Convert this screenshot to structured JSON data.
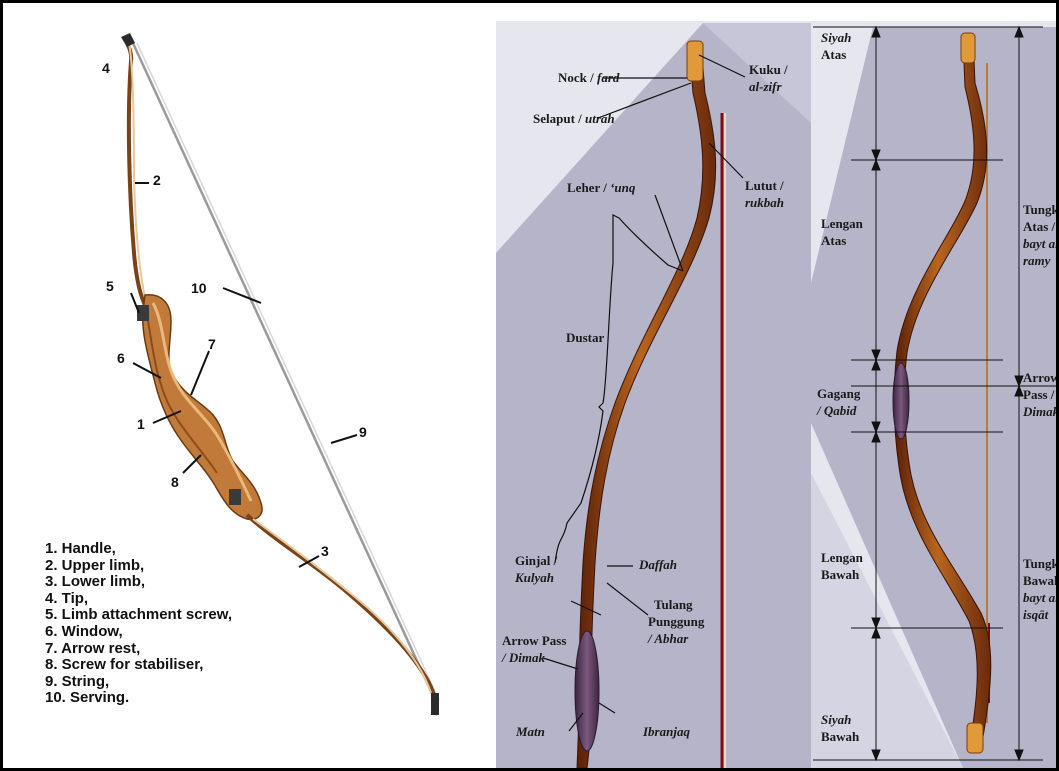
{
  "western_bow": {
    "callout_numbers": [
      "1",
      "2",
      "3",
      "4",
      "5",
      "6",
      "7",
      "8",
      "9",
      "10"
    ],
    "legend": [
      "1. Handle,",
      "2. Upper limb,",
      "3. Lower limb,",
      "4. Tip,",
      "5. Limb attachment screw,",
      "6. Window,",
      "7. Arrow rest,",
      "8. Screw for stabiliser,",
      "9. String,",
      "10. Serving."
    ]
  },
  "middle_bow": {
    "nock": {
      "a": "Nock / ",
      "b": "fard"
    },
    "selaput": {
      "a": "Selaput / ",
      "b": "utrah"
    },
    "kuku": {
      "a": "Kuku /",
      "b": "al-zifr"
    },
    "leher": {
      "a": "Leher / ",
      "b": "‘unq"
    },
    "lutut": {
      "a": "Lutut /",
      "b": "rukbah"
    },
    "dustar": "Dustar",
    "ginjal": {
      "a": "Ginjal /",
      "b": "Kulyah"
    },
    "daffah": "Daffah",
    "tulang": {
      "a": "Tulang",
      "b": "Punggung",
      "c": "/ Abhar"
    },
    "arrow_pass": {
      "a": "Arrow Pass",
      "b": "/ Dimak"
    },
    "matn": "Matn",
    "ibranjaq": "Ibranjaq"
  },
  "right_bow": {
    "siyah_atas": {
      "a": "Siyah",
      "b": "Atas"
    },
    "lengan_atas": {
      "a": "Lengan",
      "b": "Atas"
    },
    "gagang": {
      "a": "Gagang",
      "b": "/ Qabid"
    },
    "lengan_bawah": {
      "a": "Lengan",
      "b": "Bawah"
    },
    "siyah_bawah": {
      "a": "Siyah",
      "b": "Bawah"
    },
    "tungkai_atas": {
      "a": "Tungka",
      "b": "Atas /",
      "c": "bayt al",
      "d": "ramy"
    },
    "arrow_pass": {
      "a": "Arrow",
      "b": "Pass /",
      "c": "Dimak"
    },
    "tungkai_bawah": {
      "a": "Tungka",
      "b": "Bawah",
      "c": "bayt al",
      "d": "isqāt"
    }
  },
  "colors": {
    "wood_dark": "#5a1f08",
    "wood_mid": "#b8651f",
    "wood_light": "#d9963f",
    "string": "#7a1010",
    "panel_bg": "#b5b4c9",
    "grip": "#5b3b5e"
  }
}
